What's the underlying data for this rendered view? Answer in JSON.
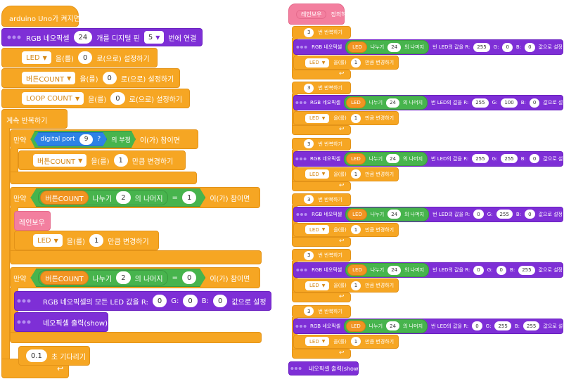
{
  "left": {
    "hat": "arduino Uno가 켜지면",
    "neopixel_connect": {
      "label_pre": "RGB 네오픽셀",
      "count": "24",
      "label_mid": "개를 디지털 핀",
      "pin": "5",
      "label_post": "번에 연결"
    },
    "set_led": {
      "var": "LED",
      "word1": "을(를)",
      "value": "0",
      "word2": "로(으로) 설정하기"
    },
    "set_btn": {
      "var": "버튼COUNT",
      "word1": "을(를)",
      "value": "0",
      "word2": "로(으로) 설정하기"
    },
    "set_loop": {
      "var": "LOOP COUNT",
      "word1": "을(를)",
      "value": "0",
      "word2": "로(으로) 설정하기"
    },
    "forever": "계속 반복하기",
    "if1": {
      "if": "만약",
      "sensor": "digital port",
      "port": "9",
      "q": "?",
      "neg": "의 부정",
      "then": "이(가) 참이면"
    },
    "change_btn": {
      "var": "버튼COUNT",
      "word1": "을(를)",
      "value": "1",
      "word2": "만큼 변경하기"
    },
    "if2": {
      "if": "만약",
      "var": "버튼COUNT",
      "div": "나누기",
      "divisor": "2",
      "mod": "의 나머지",
      "eq": "=",
      "rhs": "1",
      "then": "이(가) 참이면"
    },
    "rainbow_call": "레인보우",
    "change_led": {
      "var": "LED",
      "word1": "을(를)",
      "value": "1",
      "word2": "만큼 변경하기"
    },
    "if3": {
      "if": "만약",
      "var": "버튼COUNT",
      "div": "나누기",
      "divisor": "2",
      "mod": "의 나머지",
      "eq": "=",
      "rhs": "0",
      "then": "이(가) 참이면"
    },
    "set_all": {
      "label": "RGB 네오픽셀의 모든 LED 값을 R:",
      "r": "0",
      "g_lbl": "G:",
      "g": "0",
      "b_lbl": "B:",
      "b": "0",
      "post": "값으로 설정"
    },
    "show": "네오픽셀 출력(show)",
    "wait": {
      "value": "0.1",
      "label": "초 기다리기"
    }
  },
  "right": {
    "define_name": "레인보우",
    "define_label": "정의하기",
    "repeats": [
      {
        "times": "3",
        "rep": "번 반복하기",
        "pre": "RGB 네오픽셀",
        "var": "LED",
        "div": "나누기",
        "divisor": "24",
        "mod": "의 나머지",
        "mid": "번 LED의 값을 R:",
        "r": "255",
        "g_lbl": "G:",
        "g": "0",
        "b_lbl": "B:",
        "b": "0",
        "post": "값으로 설정",
        "cvar": "LED",
        "cw1": "을(를)",
        "cval": "1",
        "cw2": "만큼 변경하기"
      },
      {
        "times": "3",
        "rep": "번 반복하기",
        "pre": "RGB 네오픽셀",
        "var": "LED",
        "div": "나누기",
        "divisor": "24",
        "mod": "의 나머지",
        "mid": "번 LED의 값을 R:",
        "r": "255",
        "g_lbl": "G:",
        "g": "100",
        "b_lbl": "B:",
        "b": "0",
        "post": "값으로 설정",
        "cvar": "LED",
        "cw1": "을(를)",
        "cval": "1",
        "cw2": "만큼 변경하기"
      },
      {
        "times": "3",
        "rep": "번 반복하기",
        "pre": "RGB 네오픽셀",
        "var": "LED",
        "div": "나누기",
        "divisor": "24",
        "mod": "의 나머지",
        "mid": "번 LED의 값을 R:",
        "r": "255",
        "g_lbl": "G:",
        "g": "255",
        "b_lbl": "B:",
        "b": "0",
        "post": "값으로 설정",
        "cvar": "LED",
        "cw1": "을(를)",
        "cval": "1",
        "cw2": "만큼 변경하기"
      },
      {
        "times": "3",
        "rep": "번 반복하기",
        "pre": "RGB 네오픽셀",
        "var": "LED",
        "div": "나누기",
        "divisor": "24",
        "mod": "의 나머지",
        "mid": "번 LED의 값을 R:",
        "r": "0",
        "g_lbl": "G:",
        "g": "255",
        "b_lbl": "B:",
        "b": "0",
        "post": "값으로 설정",
        "cvar": "LED",
        "cw1": "을(를)",
        "cval": "1",
        "cw2": "만큼 변경하기"
      },
      {
        "times": "3",
        "rep": "번 반복하기",
        "pre": "RGB 네오픽셀",
        "var": "LED",
        "div": "나누기",
        "divisor": "24",
        "mod": "의 나머지",
        "mid": "번 LED의 값을 R:",
        "r": "0",
        "g_lbl": "G:",
        "g": "0",
        "b_lbl": "B:",
        "b": "255",
        "post": "값으로 설정",
        "cvar": "LED",
        "cw1": "을(를)",
        "cval": "1",
        "cw2": "만큼 변경하기"
      },
      {
        "times": "3",
        "rep": "번 반복하기",
        "pre": "RGB 네오픽셀",
        "var": "LED",
        "div": "나누기",
        "divisor": "24",
        "mod": "의 나머지",
        "mid": "번 LED의 값을 R:",
        "r": "0",
        "g_lbl": "G:",
        "g": "255",
        "b_lbl": "B:",
        "b": "255",
        "post": "값으로 설정",
        "cvar": "LED",
        "cw1": "을(를)",
        "cval": "1",
        "cw2": "만큼 변경하기"
      }
    ],
    "show": "네오픽셀 출력(show)"
  },
  "icons": {
    "neopixel": "neopixel-link-icon",
    "caret": "dropdown-caret-icon",
    "loop_arrow": "loop-arrow-icon"
  },
  "colors": {
    "control": "#f6a623",
    "custom": "#f37f9f",
    "neopixel": "#7e2fd6",
    "operator": "#47b44d",
    "sensor": "#2d82e6"
  }
}
